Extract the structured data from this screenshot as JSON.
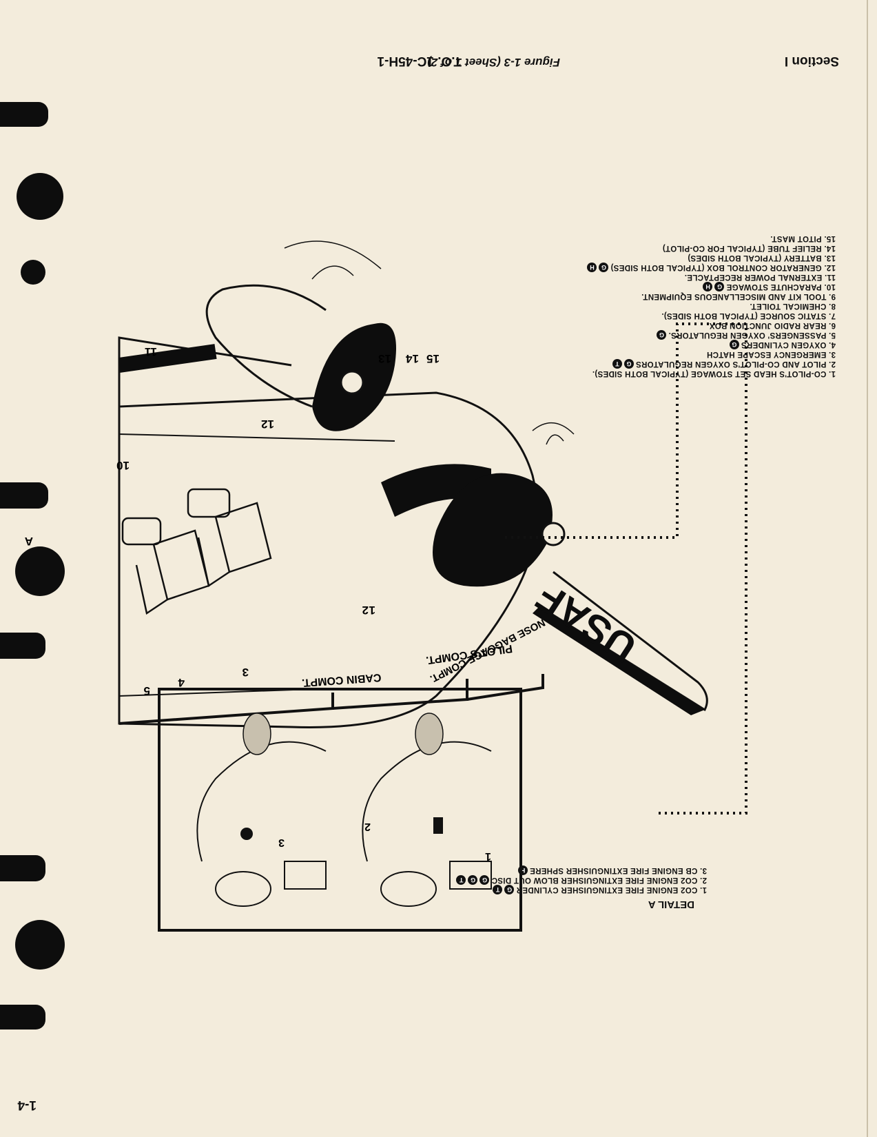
{
  "header": {
    "page_number": "1-4",
    "figure_caption": "Figure 1-3 (Sheet 1 of 2)"
  },
  "footer": {
    "section": "Section I",
    "doc_number": "T.O. 1C-45H-1"
  },
  "legend": {
    "items": [
      {
        "text": "1. CO-PILOT'S HEAD SET STOWAGE (TYPICAL BOTH SIDES).",
        "badges": []
      },
      {
        "text": "2. PILOT AND CO-PILOT'S OXYGEN REGULATORS",
        "badges": [
          "G",
          "T"
        ]
      },
      {
        "text": "3. EMERGENCY ESCAPE HATCH",
        "badges": []
      },
      {
        "text": "4. OXYGEN CYLINDERS",
        "badges": [
          "G"
        ]
      },
      {
        "text": "5. PASSENGERS' OXYGEN REGULATORS.",
        "badges": [
          "G"
        ]
      },
      {
        "text": "6. REAR RADIO JUNCTION BOX.",
        "badges": []
      },
      {
        "text": "7. STATIC SOURCE (TYPICAL BOTH SIDES).",
        "badges": []
      },
      {
        "text": "8. CHEMICAL TOILET.",
        "badges": []
      },
      {
        "text": "9. TOOL KIT AND MISCELLANEOUS EQUIPMENT.",
        "badges": []
      },
      {
        "text": "10. PARACHUTE STOWAGE",
        "badges": [
          "G",
          "H"
        ]
      },
      {
        "text": "11. EXTERNAL POWER RECEPTACLE.",
        "badges": []
      },
      {
        "text": "12. GENERATOR CONTROL BOX (TYPICAL BOTH SIDES)",
        "badges": [
          "G",
          "H"
        ]
      },
      {
        "text": "13. BATTERY (TYPICAL BOTH SIDES)",
        "badges": []
      },
      {
        "text": "14. RELIEF TUBE (TYPICAL FOR CO-PILOT)",
        "badges": []
      },
      {
        "text": "15. PITOT MAST.",
        "badges": []
      }
    ]
  },
  "detail": {
    "title": "DETAIL A",
    "items": [
      {
        "text": "1. CO2 ENGINE FIRE EXTINGUISHER CYLINDER",
        "badges": [
          "G",
          "T"
        ]
      },
      {
        "text": "2. CO2 ENGINE FIRE EXTINGUISHER BLOW OUT DISC",
        "badges": [
          "G",
          "G",
          "T"
        ]
      },
      {
        "text": "3. CB ENGINE FIRE EXTINGUISHER SPHERE",
        "badges": [
          "H"
        ]
      }
    ],
    "callouts": [
      "1",
      "2",
      "3"
    ]
  },
  "illustration": {
    "wing_marking": "USAF",
    "compartments": [
      "NOSE BAGGAGE COMPT.",
      "PILOT'S COMPT.",
      "CABIN COMPT."
    ],
    "detail_ref": "A",
    "callouts": [
      "1",
      "2",
      "3",
      "4",
      "5",
      "10",
      "11",
      "12",
      "13",
      "14",
      "15"
    ]
  }
}
